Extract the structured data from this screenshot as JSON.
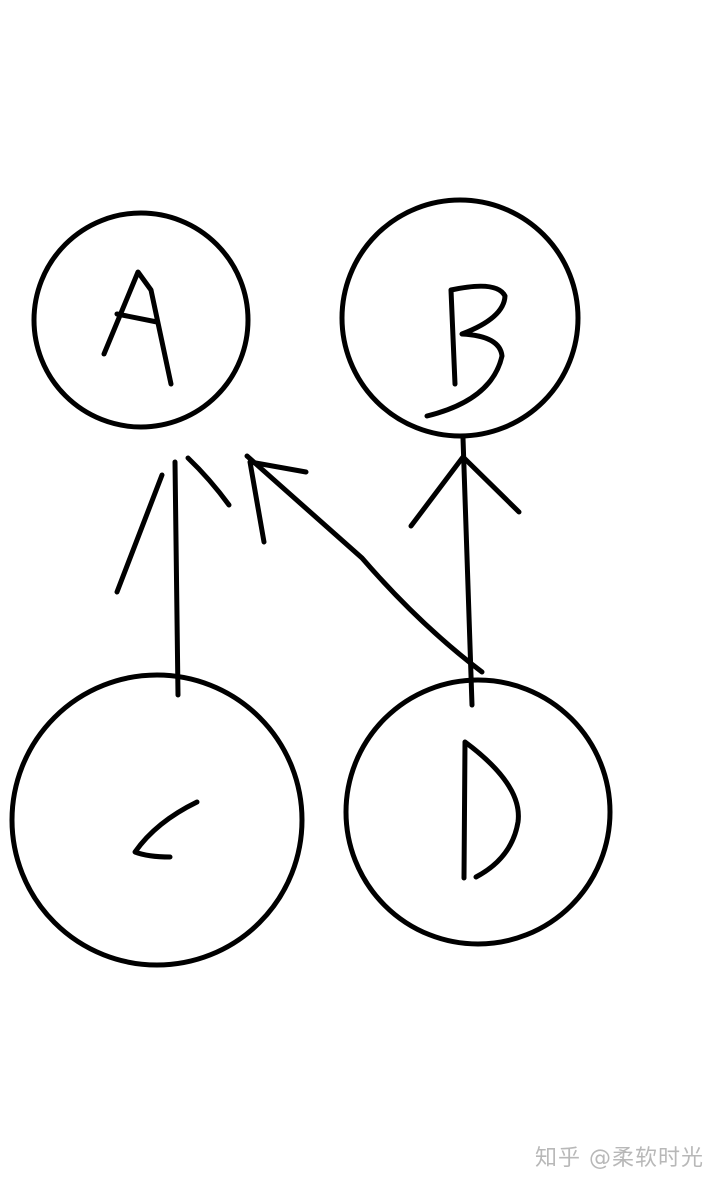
{
  "diagram": {
    "nodes": [
      {
        "id": "A",
        "label": "A"
      },
      {
        "id": "B",
        "label": "B"
      },
      {
        "id": "C",
        "label": "C"
      },
      {
        "id": "D",
        "label": "D"
      }
    ],
    "edges": [
      {
        "from": "C",
        "to": "A"
      },
      {
        "from": "D",
        "to": "A"
      },
      {
        "from": "D",
        "to": "B"
      }
    ],
    "colors": {
      "stroke": "#000000",
      "background": "#ffffff",
      "watermark": "#b8b8b8"
    }
  },
  "watermark": {
    "text": "知乎 @柔软时光"
  }
}
